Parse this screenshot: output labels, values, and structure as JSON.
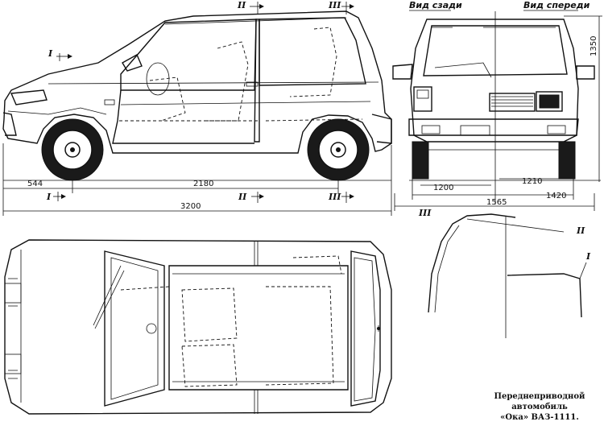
{
  "views": {
    "rear_label": "Вид сзади",
    "front_label": "Вид спереди"
  },
  "section_marks": {
    "one": "I",
    "two": "II",
    "three": "III"
  },
  "dimensions": {
    "front_overhang": "544",
    "wheelbase": "2180",
    "overall_length": "3200",
    "height": "1350",
    "rear_track": "1200",
    "front_track": "1210",
    "track_outer": "1420",
    "overall_width": "1565"
  },
  "caption": {
    "line1": "Переднеприводной",
    "line2": "автомобиль",
    "line3": "«Ока» ВАЗ-1111."
  }
}
